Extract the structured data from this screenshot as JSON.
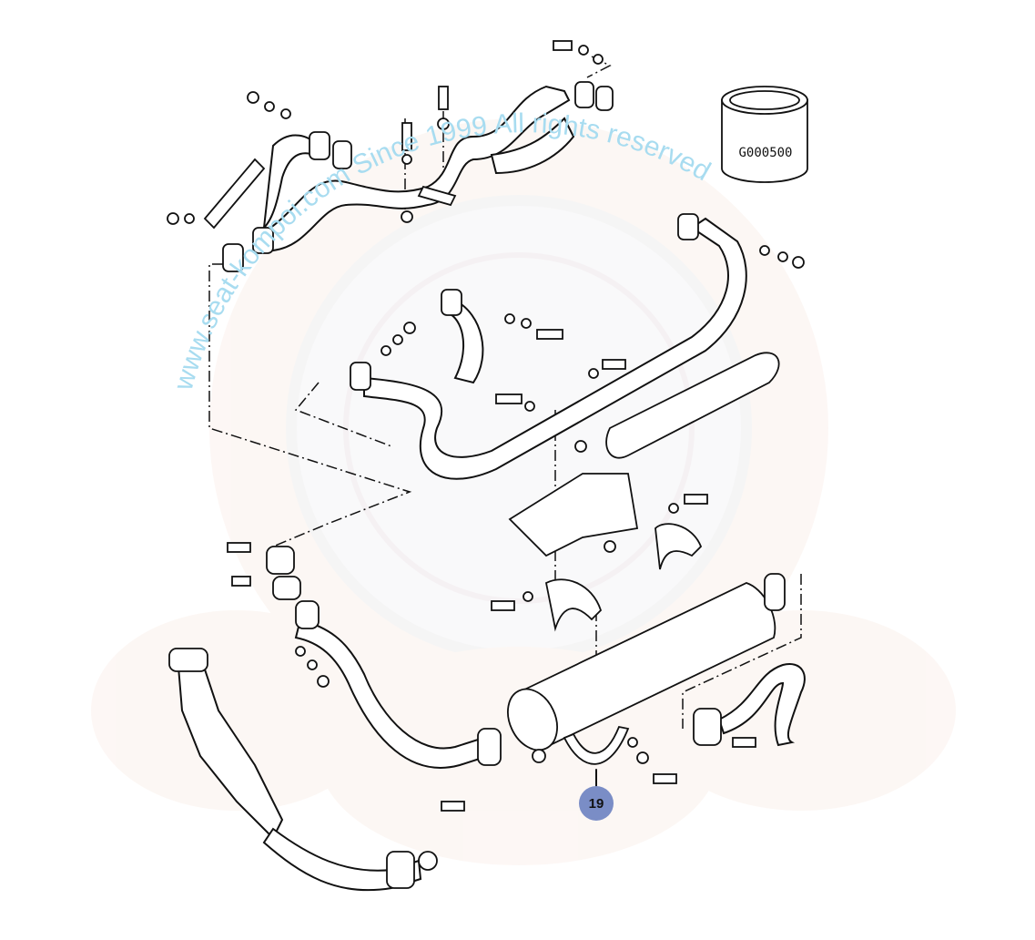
{
  "diagram": {
    "title": "Exhaust system parts diagram",
    "part_code": "G000500",
    "callouts": [
      {
        "number": "19"
      }
    ],
    "watermark": "www.seat-kompoi.com Since 1999 All rights reserved",
    "colors": {
      "callout": "#7a8dc6",
      "watermark_text": "#a8dcf0",
      "watermark_logo": "#f3e3dc"
    }
  }
}
